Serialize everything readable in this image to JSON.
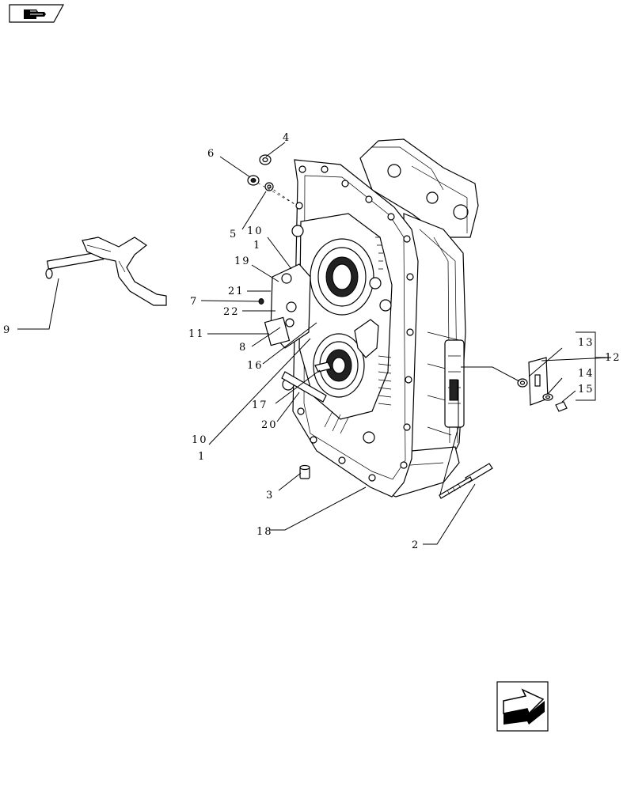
{
  "nav": {
    "top_icon": "hand-pointer-icon",
    "bottom_icon": "next-arrow-icon"
  },
  "callouts": {
    "c1a": "1",
    "c1b": "1",
    "c2": "2",
    "c3": "3",
    "c4": "4",
    "c5": "5",
    "c6": "6",
    "c7": "7",
    "c8": "8",
    "c9": "9",
    "c10a": "10",
    "c10b": "10",
    "c11": "11",
    "c12": "12",
    "c13": "13",
    "c14": "14",
    "c15": "15",
    "c16": "16",
    "c17": "17",
    "c18": "18",
    "c19": "19",
    "c20": "20",
    "c21": "21",
    "c22": "22"
  }
}
